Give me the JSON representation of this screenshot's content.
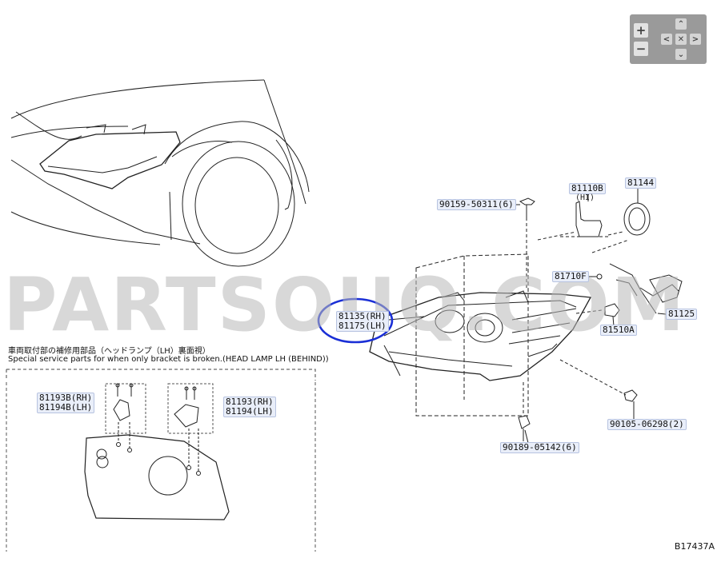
{
  "viewer": {
    "zoom_in_label": "+",
    "zoom_out_label": "−",
    "pan_up_label": "⌃",
    "pan_down_label": "⌄",
    "pan_left_label": "<",
    "pan_right_label": ">",
    "reset_label": "✕",
    "icons": [
      "zoom-in-icon",
      "zoom-out-icon",
      "pan-up-icon",
      "pan-down-icon",
      "pan-left-icon",
      "pan-right-icon",
      "reset-view-icon"
    ]
  },
  "watermark": "PARTSOUQ.COM",
  "notes": {
    "japanese": "車両取付部の補修用部品（ヘッドランプ（LH）裏面視）",
    "english": "Special service parts for when only bracket is broken.(HEAD LAMP LH (BEHIND))"
  },
  "parts": {
    "headlamp_rh": "81135(RH)",
    "headlamp_lh": "81175(LH)",
    "bracket_b_rh": "81193B(RH)",
    "bracket_b_lh": "81194B(LH)",
    "bracket_rh": "81193(RH)",
    "bracket_lh": "81194(LH)",
    "screw_top": "90159-50311(6)",
    "bulb_hi": "81110B",
    "bulb_hi_sub": "(HI)",
    "cap": "81144",
    "socket": "81710F",
    "harness": "81125",
    "bulb_small": "81510A",
    "bolt_right": "90105-06298(2)",
    "bolt_bottom": "90189-05142(6)"
  },
  "figure_code": "B17437A",
  "highlight_color": "#1a2fd6"
}
